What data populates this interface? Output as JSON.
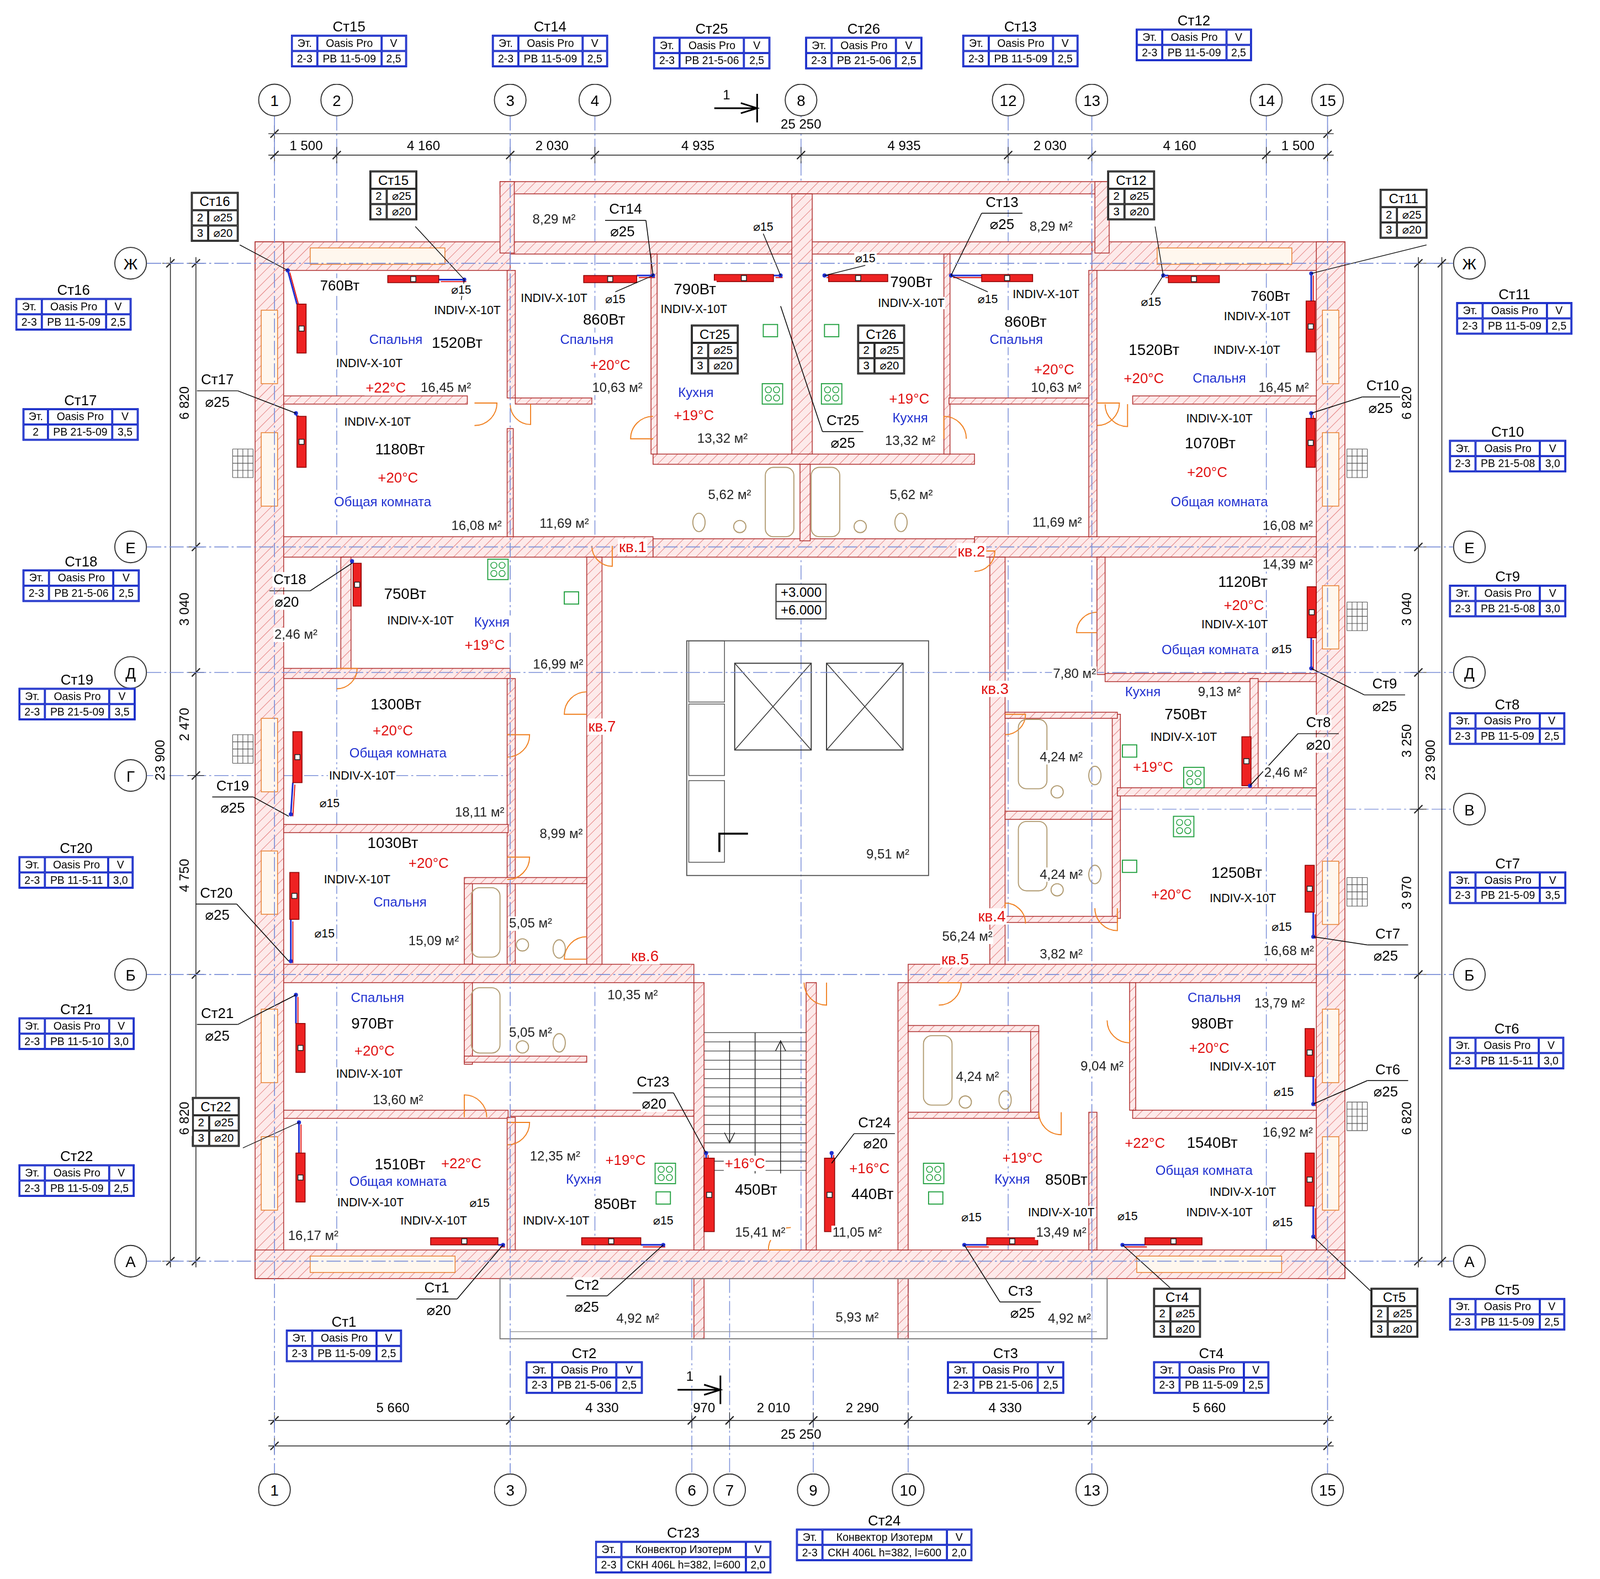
{
  "diagram": {
    "nodes": [
      {
        "text": [
          "1"
        ]
      },
      {
        "text": [
          "2"
        ]
      },
      {
        "text": [
          "3"
        ]
      },
      {
        "text": [
          "4"
        ]
      },
      {
        "text": [
          "8"
        ]
      },
      {
        "text": [
          "12"
        ]
      },
      {
        "text": [
          "13"
        ]
      },
      {
        "text": [
          "14"
        ]
      },
      {
        "text": [
          "15"
        ]
      },
      {
        "text": [
          "1"
        ]
      },
      {
        "text": [
          "3"
        ]
      },
      {
        "text": [
          "6"
        ]
      },
      {
        "text": [
          "7"
        ]
      },
      {
        "text": [
          "9"
        ]
      },
      {
        "text": [
          "10"
        ]
      },
      {
        "text": [
          "13"
        ]
      },
      {
        "text": [
          "15"
        ]
      },
      {
        "text": [
          "Ж"
        ]
      },
      {
        "text": [
          "Е"
        ]
      },
      {
        "text": [
          "Д"
        ]
      },
      {
        "text": [
          "Г"
        ]
      },
      {
        "text": [
          "Б"
        ]
      },
      {
        "text": [
          "А"
        ]
      },
      {
        "text": [
          "Ж"
        ]
      },
      {
        "text": [
          "Е"
        ]
      },
      {
        "text": [
          "Д"
        ]
      },
      {
        "text": [
          "В"
        ]
      },
      {
        "text": [
          "Б"
        ]
      },
      {
        "text": [
          "А"
        ]
      },
      {
        "text": [
          "Ст15",
          "Эт.",
          "Oasis Pro",
          "V",
          "2-3",
          "РВ 11-5-09",
          "2,5"
        ]
      },
      {
        "text": [
          "Ст14",
          "Эт.",
          "Oasis Pro",
          "V",
          "2-3",
          "РВ 11-5-09",
          "2,5"
        ]
      },
      {
        "text": [
          "Ст25",
          "Эт.",
          "Oasis Pro",
          "V",
          "2-3",
          "РВ 21-5-06",
          "2,5"
        ]
      },
      {
        "text": [
          "Ст26",
          "Эт.",
          "Oasis Pro",
          "V",
          "2-3",
          "РВ 21-5-06",
          "2,5"
        ]
      },
      {
        "text": [
          "Ст13",
          "Эт.",
          "Oasis Pro",
          "V",
          "2-3",
          "РВ 11-5-09",
          "2,5"
        ]
      },
      {
        "text": [
          "Ст12",
          "Эт.",
          "Oasis Pro",
          "V",
          "2-3",
          "РВ 11-5-09",
          "2,5"
        ]
      },
      {
        "text": [
          "Ст16",
          "Эт.",
          "Oasis Pro",
          "V",
          "2-3",
          "РВ 11-5-09",
          "2,5"
        ]
      },
      {
        "text": [
          "Ст17",
          "Эт.",
          "Oasis Pro",
          "V",
          "2",
          "РВ 21-5-09",
          "3,5"
        ]
      },
      {
        "text": [
          "Ст18",
          "Эт.",
          "Oasis Pro",
          "V",
          "2-3",
          "РВ 21-5-06",
          "2,5"
        ]
      },
      {
        "text": [
          "Ст19",
          "Эт.",
          "Oasis Pro",
          "V",
          "2-3",
          "РВ 21-5-09",
          "3,5"
        ]
      },
      {
        "text": [
          "Ст20",
          "Эт.",
          "Oasis Pro",
          "V",
          "2-3",
          "РВ 11-5-11",
          "3,0"
        ]
      },
      {
        "text": [
          "Ст21",
          "Эт.",
          "Oasis Pro",
          "V",
          "2-3",
          "РВ 11-5-10",
          "3,0"
        ]
      },
      {
        "text": [
          "Ст22",
          "Эт.",
          "Oasis Pro",
          "V",
          "2-3",
          "РВ 11-5-09",
          "2,5"
        ]
      },
      {
        "text": [
          "Ст11",
          "Эт.",
          "Oasis Pro",
          "V",
          "2-3",
          "РВ 11-5-09",
          "2,5"
        ]
      },
      {
        "text": [
          "Ст10",
          "Эт.",
          "Oasis Pro",
          "V",
          "2-3",
          "РВ 21-5-08",
          "3,0"
        ]
      },
      {
        "text": [
          "Ст9",
          "Эт.",
          "Oasis Pro",
          "V",
          "2-3",
          "РВ 21-5-08",
          "3,0"
        ]
      },
      {
        "text": [
          "Ст8",
          "Эт.",
          "Oasis Pro",
          "V",
          "2-3",
          "РВ 11-5-09",
          "2,5"
        ]
      },
      {
        "text": [
          "Ст7",
          "Эт.",
          "Oasis Pro",
          "V",
          "2-3",
          "РВ 21-5-09",
          "3,5"
        ]
      },
      {
        "text": [
          "Ст6",
          "Эт.",
          "Oasis Pro",
          "V",
          "2-3",
          "РВ 11-5-11",
          "3,0"
        ]
      },
      {
        "text": [
          "Ст5",
          "Эт.",
          "Oasis Pro",
          "V",
          "2-3",
          "РВ 11-5-09",
          "2,5"
        ]
      },
      {
        "text": [
          "Ст1",
          "Эт.",
          "Oasis Pro",
          "V",
          "2-3",
          "РВ 11-5-09",
          "2,5"
        ]
      },
      {
        "text": [
          "Ст2",
          "Эт.",
          "Oasis Pro",
          "V",
          "2-3",
          "РВ 21-5-06",
          "2,5"
        ]
      },
      {
        "text": [
          "Ст3",
          "Эт.",
          "Oasis Pro",
          "V",
          "2-3",
          "РВ 21-5-06",
          "2,5"
        ]
      },
      {
        "text": [
          "Ст4",
          "Эт.",
          "Oasis Pro",
          "V",
          "2-3",
          "РВ 11-5-09",
          "2,5"
        ]
      },
      {
        "text": [
          "Ст23",
          "Эт.",
          "Конвектор Изотерм",
          "V",
          "2-3",
          "СКН 406L h=382, l=600",
          "2,0"
        ]
      },
      {
        "text": [
          "Ст24",
          "Эт.",
          "Конвектор Изотерм",
          "V",
          "2-3",
          "СКН 406L h=382, l=600",
          "2,0"
        ]
      },
      {
        "text": [
          "Ст16",
          "2",
          "⌀25",
          "3",
          "⌀20"
        ]
      },
      {
        "text": [
          "Ст15",
          "2",
          "⌀25",
          "3",
          "⌀20"
        ]
      },
      {
        "text": [
          "Ст12",
          "2",
          "⌀25",
          "3",
          "⌀20"
        ]
      },
      {
        "text": [
          "Ст11",
          "2",
          "⌀25",
          "3",
          "⌀20"
        ]
      },
      {
        "text": [
          "Ст25",
          "2",
          "⌀25",
          "3",
          "⌀20"
        ]
      },
      {
        "text": [
          "Ст26",
          "2",
          "⌀25",
          "3",
          "⌀20"
        ]
      },
      {
        "text": [
          "Ст22",
          "2",
          "⌀25",
          "3",
          "⌀20"
        ]
      },
      {
        "text": [
          "Ст4",
          "2",
          "⌀25",
          "3",
          "⌀20"
        ]
      },
      {
        "text": [
          "Ст5",
          "2",
          "⌀25",
          "3",
          "⌀20"
        ]
      },
      {
        "text": [
          "+3.000",
          "+6.000"
        ]
      }
    ],
    "edges": [
      {
        "from": 0,
        "to": 9,
        "arrow": "none"
      },
      {
        "from": 2,
        "to": 10,
        "arrow": "none"
      },
      {
        "from": 6,
        "to": 15,
        "arrow": "none"
      },
      {
        "from": 8,
        "to": 16,
        "arrow": "none"
      },
      {
        "from": 17,
        "to": 23,
        "arrow": "none"
      },
      {
        "from": 18,
        "to": 24,
        "arrow": "none"
      },
      {
        "from": 19,
        "to": 25,
        "arrow": "none"
      },
      {
        "from": 21,
        "to": 27,
        "arrow": "none"
      },
      {
        "from": 22,
        "to": 28,
        "arrow": "none"
      }
    ],
    "labels": [
      "1 500",
      "4 160",
      "2 030",
      "4 935",
      "4 935",
      "2 030",
      "4 160",
      "1 500",
      "25 250",
      "1",
      "5 660",
      "4 330",
      "970",
      "2 010",
      "2 290",
      "4 330",
      "5 660",
      "25 250",
      "1",
      "6 820",
      "3 040",
      "2 470",
      "4 750",
      "6 820",
      "23 900",
      "6 820",
      "3 040",
      "3 250",
      "3 970",
      "6 820",
      "23 900",
      "760Вт",
      "⌀15",
      "INDIV-X-10T",
      "Спальня",
      "1520Вт",
      "INDIV-X-10T",
      "+22°C",
      "16,45 м²",
      "Ст17",
      "⌀25",
      "INDIV-X-10T",
      "1180Вт",
      "+20°C",
      "Общая комната",
      "16,08 м²",
      "11,69 м²",
      "8,29 м²",
      "Ст14",
      "⌀25",
      "INDIV-X-10T",
      "⌀15",
      "860Вт",
      "Спальня",
      "+20°C",
      "10,63 м²",
      "⌀15",
      "790Вт",
      "INDIV-X-10T",
      "Кухня",
      "+19°C",
      "13,32 м²",
      "Ст25",
      "⌀25",
      "5,62 м²",
      "5,62 м²",
      "⌀15",
      "790Вт",
      "INDIV-X-10T",
      "+19°C",
      "Кухня",
      "13,32 м²",
      "Ст13",
      "⌀25",
      "8,29 м²",
      "⌀15",
      "INDIV-X-10T",
      "860Вт",
      "Спальня",
      "+20°C",
      "10,63 м²",
      "⌀15",
      "760Вт",
      "INDIV-X-10T",
      "1520Вт",
      "INDIV-X-10T",
      "+20°C",
      "Спальня",
      "16,45 м²",
      "Ст10",
      "⌀25",
      "INDIV-X-10T",
      "1070Вт",
      "+20°C",
      "Общая комната",
      "16,08 м²",
      "11,69 м²",
      "кв.1",
      "кв.2",
      "Ст18",
      "⌀20",
      "2,46 м²",
      "750Вт",
      "INDIV-X-10T",
      "Кухня",
      "+19°C",
      "16,99 м²",
      "кв.7",
      "1300Вт",
      "+20°C",
      "Общая комната",
      "INDIV-X-10T",
      "Ст19",
      "⌀25",
      "⌀15",
      "18,11 м²",
      "8,99 м²",
      "1030Вт",
      "+20°C",
      "INDIV-X-10T",
      "Спальня",
      "Ст20",
      "⌀25",
      "⌀15",
      "15,09 м²",
      "5,05 м²",
      "кв.6",
      "9,51 м²",
      "56,24 м²",
      "кв.5",
      "кв.4",
      "кв.3",
      "14,39 м²",
      "1120Вт",
      "+20°C",
      "INDIV-X-10T",
      "Общая комната",
      "⌀15",
      "Ст9",
      "⌀25",
      "7,80 м²",
      "Кухня",
      "9,13 м²",
      "750Вт",
      "INDIV-X-10T",
      "Ст8",
      "⌀20",
      "2,46 м²",
      "+19°C",
      "4,24 м²",
      "4,24 м²",
      "1250Вт",
      "+20°C",
      "INDIV-X-10T",
      "⌀15",
      "Ст7",
      "⌀25",
      "16,68 м²",
      "3,82 м²",
      "Спальня",
      "13,79 м²",
      "980Вт",
      "+20°C",
      "INDIV-X-10T",
      "⌀15",
      "Ст6",
      "⌀25",
      "9,04 м²",
      "4,24 м²",
      "16,92 м²",
      "+22°C",
      "1540Вт",
      "Общая комната",
      "INDIV-X-10T",
      "INDIV-X-10T",
      "⌀15",
      "⌀15",
      "+19°C",
      "Кухня",
      "850Вт",
      "INDIV-X-10T",
      "⌀15",
      "13,49 м²",
      "Ст3",
      "⌀25",
      "4,92 м²",
      "Ст24",
      "⌀20",
      "+16°C",
      "440Вт",
      "11,05 м²",
      "15,41 м²",
      "5,93 м²",
      "450Вт",
      "+16°C",
      "Ст23",
      "⌀20",
      "12,35 м²",
      "+19°C",
      "Кухня",
      "850Вт",
      "INDIV-X-10T",
      "⌀15",
      "Ст2",
      "⌀25",
      "4,92 м²",
      "10,35 м²",
      "5,05 м²",
      "Спальня",
      "970Вт",
      "+20°C",
      "INDIV-X-10T",
      "13,60 м²",
      "Ст21",
      "⌀25",
      "1510Вт",
      "+22°C",
      "Общая комната",
      "INDIV-X-10T",
      "INDIV-X-10T",
      "⌀15",
      "16,17 м²",
      "Ст1",
      "⌀20"
    ]
  }
}
